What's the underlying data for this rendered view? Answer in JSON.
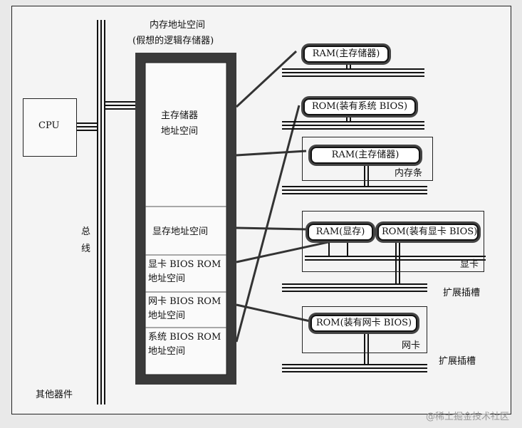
{
  "memory_space": {
    "title_line1": "内存地址空间",
    "title_line2": "(假想的逻辑存储器)",
    "main_region": [
      "主存储器",
      "地址空间"
    ],
    "vram_region": "显存地址空间",
    "vga_bios_region": [
      "显卡 BIOS ROM",
      "地址空间"
    ],
    "nic_bios_region": [
      "网卡 BIOS ROM",
      "地址空间"
    ],
    "sys_bios_region": [
      "系统 BIOS ROM",
      "地址空间"
    ]
  },
  "cpu": {
    "label": "CPU"
  },
  "bus": {
    "label_chars": [
      "总",
      "线"
    ],
    "other_devices": "其他器件"
  },
  "devices": {
    "ram_main": "RAM(主存储器)",
    "rom_system_bios": "ROM(装有系统 BIOS)",
    "ram_module": "RAM(主存储器)",
    "ram_module_label": "内存条",
    "ram_vram": "RAM(显存)",
    "rom_vga_bios": "ROM(装有显卡 BIOS)",
    "vga_card_label": "显卡",
    "vga_slot_label": "扩展插槽",
    "rom_nic_bios": "ROM(装有网卡 BIOS)",
    "nic_card_label": "网卡",
    "nic_slot_label": "扩展插槽"
  },
  "watermark": "@稀土掘金技术社区"
}
